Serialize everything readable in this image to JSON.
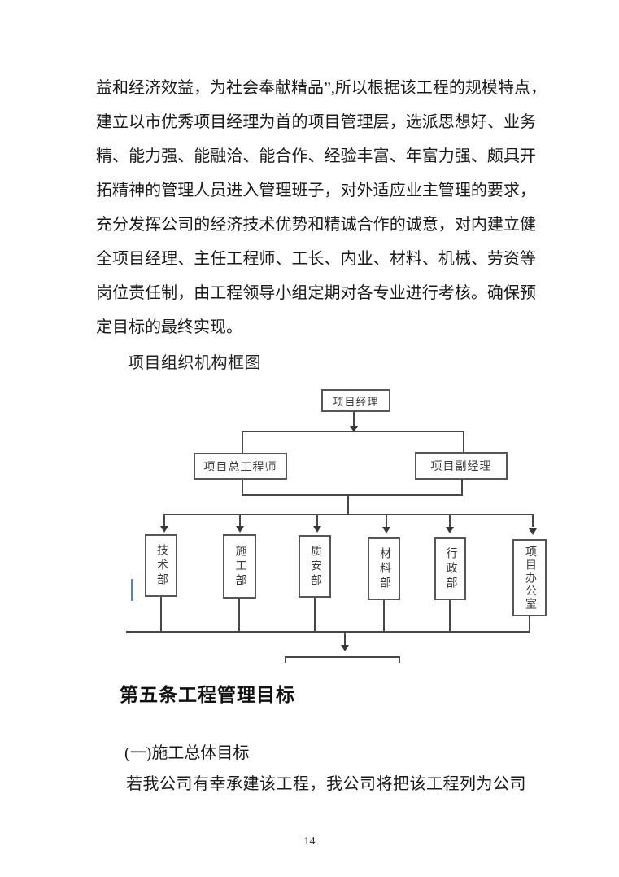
{
  "document": {
    "paragraph_lines": [
      "益和经济效益，为社会奉献精品”,所以根据该工程的规模特点，",
      "建立以市优秀项目经理为首的项目管理层，选派思想好、业务",
      "精、能力强、能融洽、能合作、经验丰富、年富力强、颇具开",
      "拓精神的管理人员进入管理班子，对外适应业主管理的要求，",
      "充分发挥公司的经济技术优势和精诚合作的诚意，对内建立健",
      "全项目经理、主任工程师、工长、内业、材料、机械、劳资等",
      "岗位责任制，由工程领导小组定期对各专业进行考核。确保预",
      "定目标的最终实现。"
    ],
    "figure_caption": "项目组织机构框图",
    "section_heading": "第五条工程管理目标",
    "subsection_heading": "(一)施工总体目标",
    "body_line": "若我公司有幸承建该工程，我公司将把该工程列为公司",
    "page_number": "14"
  },
  "org_chart": {
    "root": "项目经理",
    "level2": [
      "项目总工程师",
      "项目副经理"
    ],
    "departments": [
      "技术部",
      "施工部",
      "质安部",
      "材料部",
      "行政部",
      "项目办公室"
    ]
  },
  "colors": {
    "line": "#474747",
    "box_border": "#565656",
    "cursor_artifact": "#5b84ad"
  }
}
